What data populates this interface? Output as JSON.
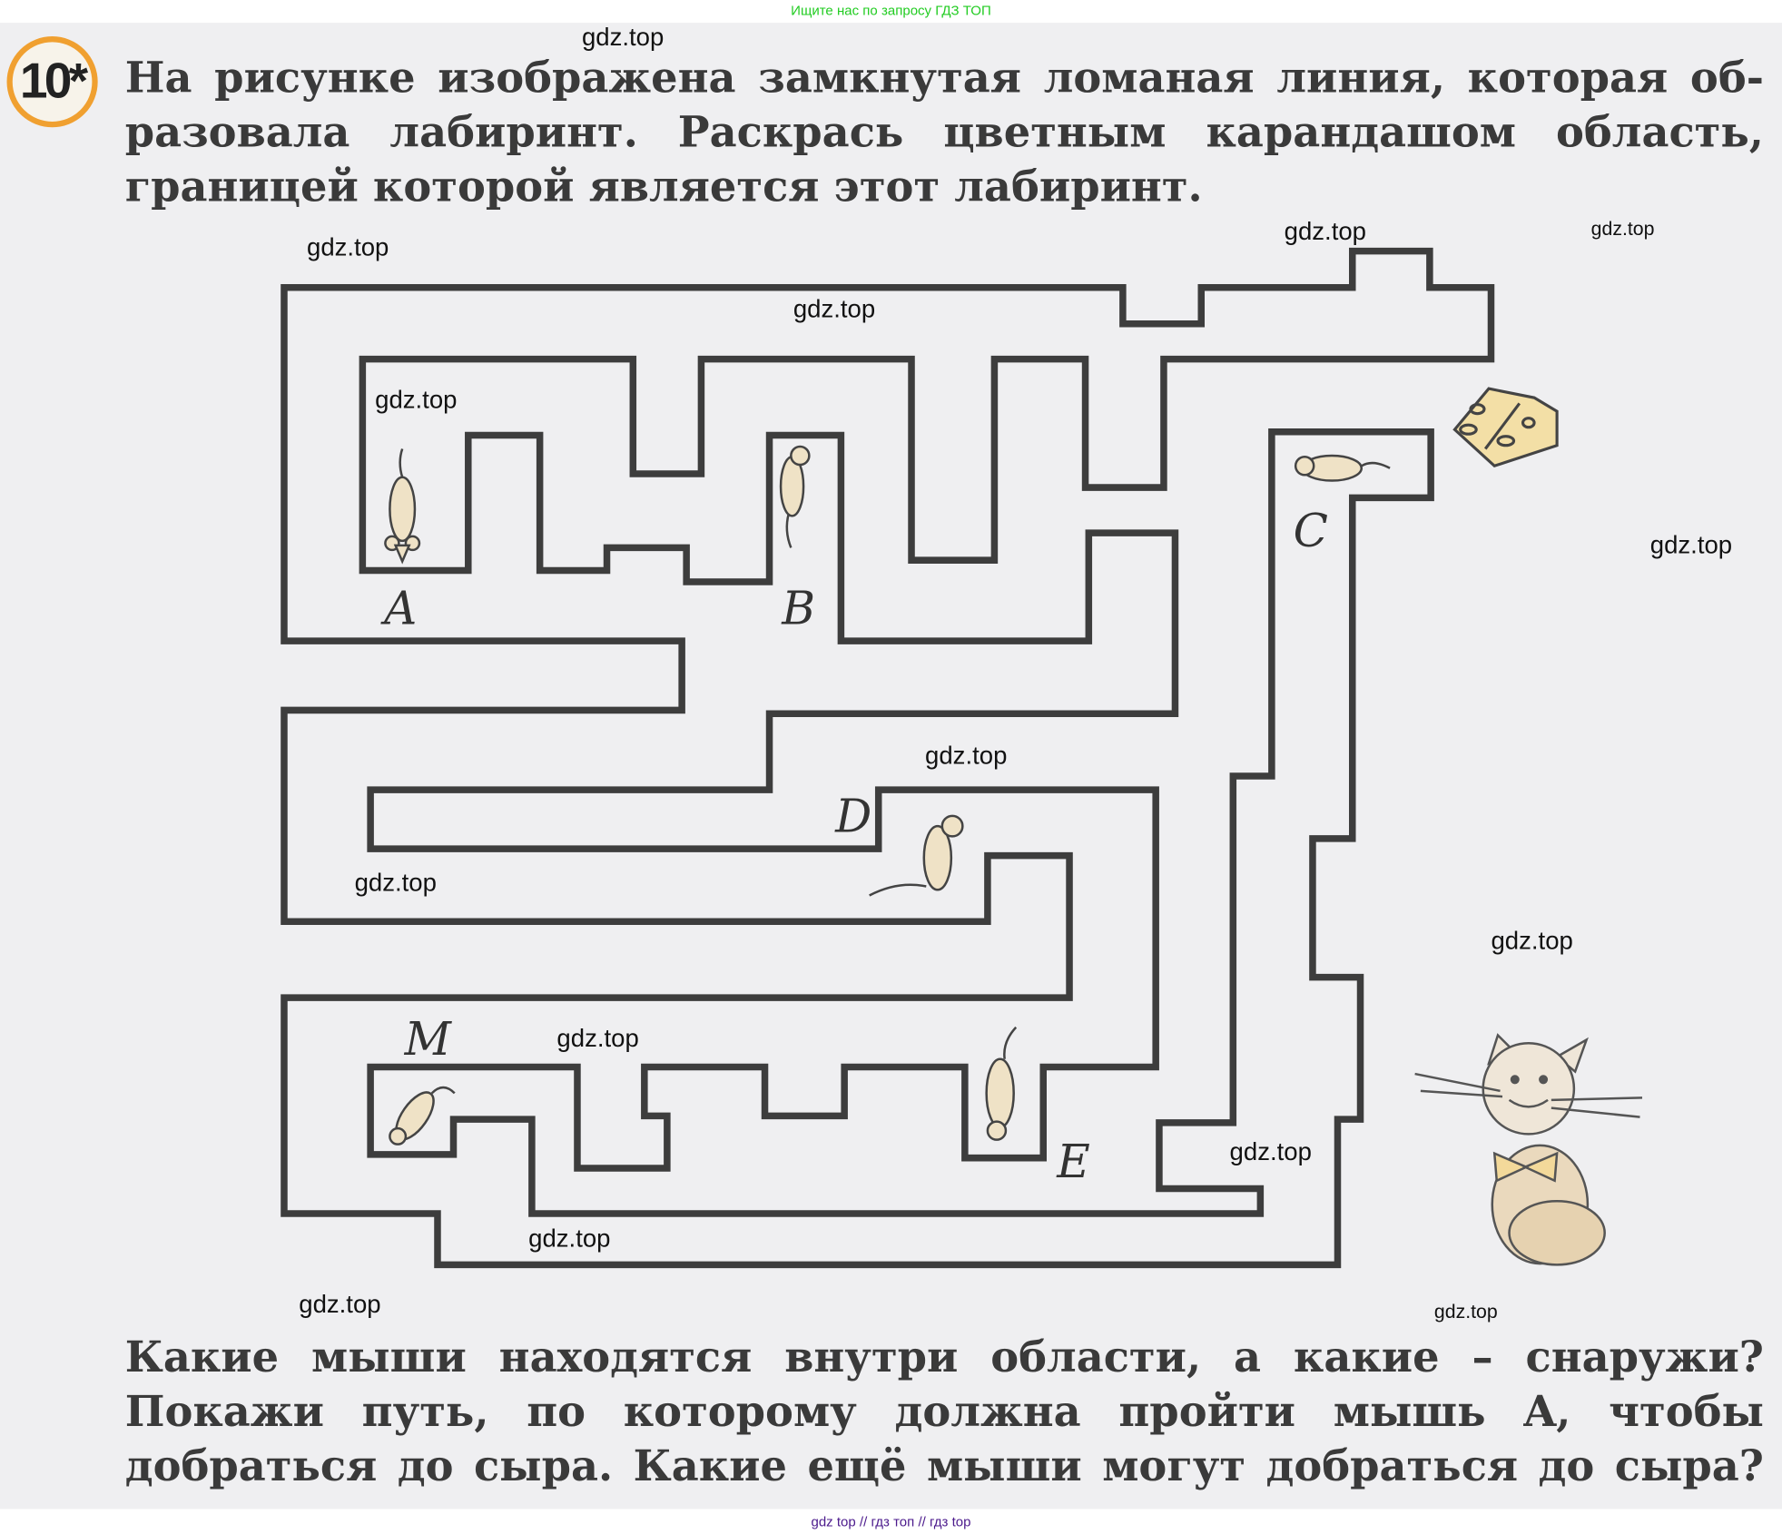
{
  "header_banner": "Ищите нас по запросу ГДЗ ТОП",
  "footer_banner": "gdz top // гдз топ // гдз top",
  "task": {
    "number": "10*",
    "text_lines": [
      "На рисунке изображена замкнутая ломаная линия, которая об-",
      "разовала лабиринт. Раскрась цветным карандашом область,",
      "границей которой является этот лабиринт."
    ],
    "question_lines": [
      "Какие мыши находятся внутри области, а какие – снаружи?",
      "Покажи путь, по которому должна пройти мышь A, чтобы",
      "добраться до сыра. Какие ещё мыши могут добраться до сыра?"
    ]
  },
  "maze": {
    "labels": {
      "a": "A",
      "b": "B",
      "c": "C",
      "d": "D",
      "m": "M",
      "e": "E"
    },
    "line_color": "#3d3d3d",
    "mouse_color": "#efe2c6",
    "cheese_color": "#f3dfa6"
  },
  "watermark": "gdz.top"
}
